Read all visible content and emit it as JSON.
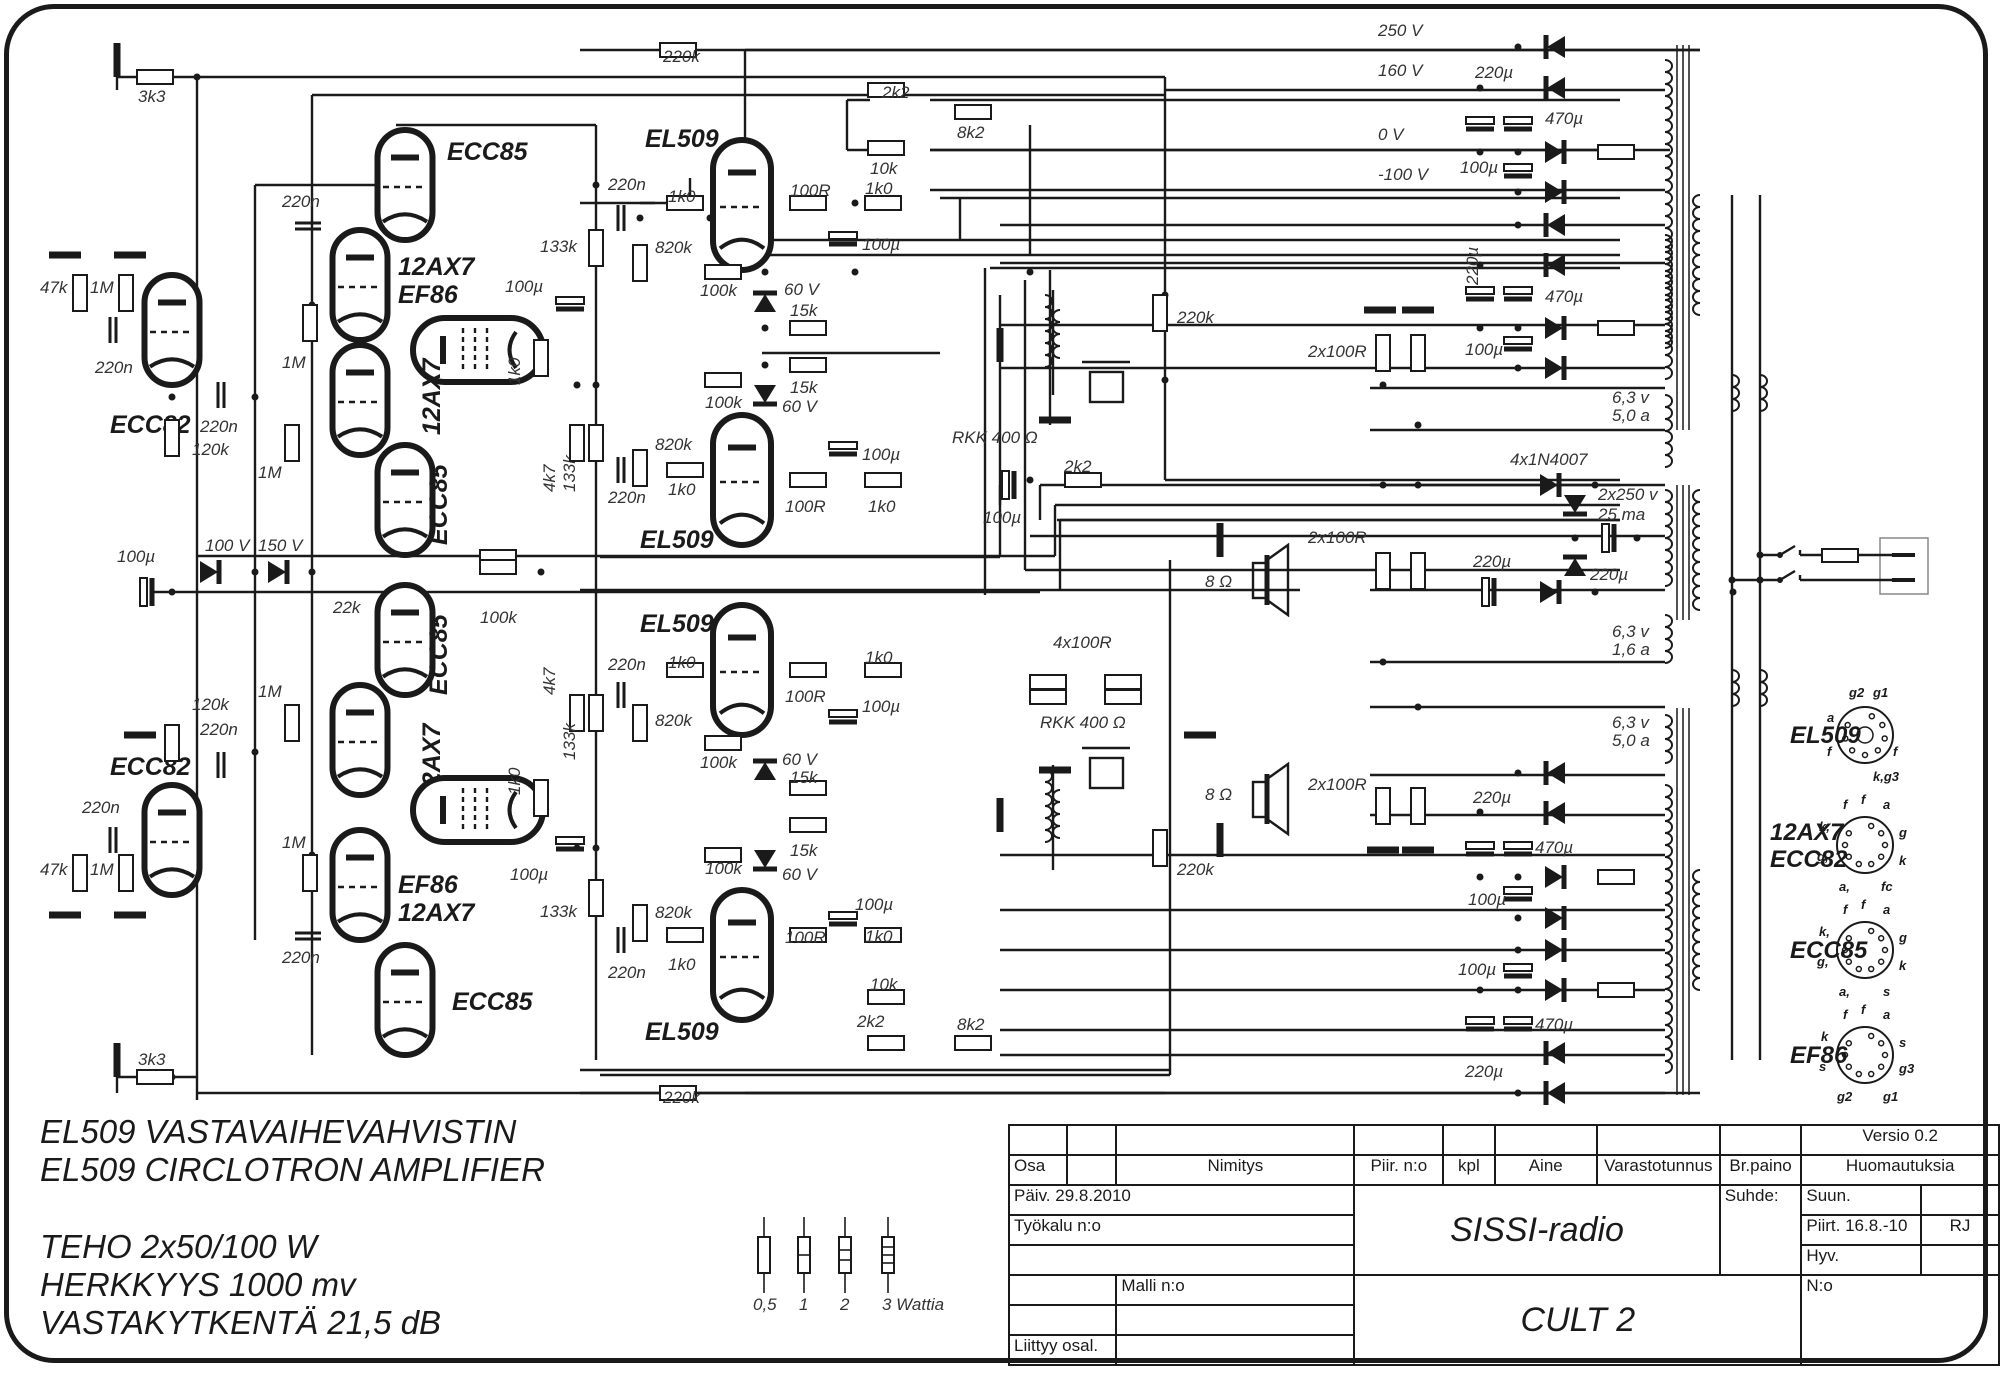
{
  "title": {
    "line1": "EL509 VASTAVAIHEVAHVISTIN",
    "line2": "EL509 CIRCLOTRON AMPLIFIER",
    "spec1": "TEHO 2x50/100 W",
    "spec2": "HERKKYYS 1000 mv",
    "spec3": "VASTAKYTKENTÄ 21,5 dB"
  },
  "resistor_wattage_legend": {
    "labels": [
      "0,5",
      "1",
      "2",
      "3 Wattia"
    ]
  },
  "tubes": [
    {
      "id": "v1",
      "type": "ECC82",
      "role": "input-top"
    },
    {
      "id": "v2",
      "type": "ECC85",
      "role": "driver-top-1"
    },
    {
      "id": "v3",
      "type": "12AX7",
      "role": "stage-top-1"
    },
    {
      "id": "v4",
      "type": "EF86",
      "role": "phase-top"
    },
    {
      "id": "v5",
      "type": "12AX7",
      "role": "stage-top-2"
    },
    {
      "id": "v6",
      "type": "ECC85",
      "role": "driver-top-2"
    },
    {
      "id": "v7",
      "type": "EL509",
      "role": "output-top-a"
    },
    {
      "id": "v8",
      "type": "EL509",
      "role": "output-top-b"
    },
    {
      "id": "v9",
      "type": "ECC85",
      "role": "driver-bot-1"
    },
    {
      "id": "v10",
      "type": "12AX7",
      "role": "stage-bot-1"
    },
    {
      "id": "v11",
      "type": "EF86",
      "role": "phase-bot"
    },
    {
      "id": "v12",
      "type": "12AX7",
      "role": "stage-bot-2"
    },
    {
      "id": "v13",
      "type": "ECC85",
      "role": "driver-bot-2"
    },
    {
      "id": "v14",
      "type": "ECC82",
      "role": "input-bot"
    },
    {
      "id": "v15",
      "type": "EL509",
      "role": "output-bot-a"
    },
    {
      "id": "v16",
      "type": "EL509",
      "role": "output-bot-b"
    }
  ],
  "component_labels": {
    "r_3k3": "3k3",
    "r_47k": "47k",
    "r_1M": "1M",
    "c_220n": "220n",
    "r_120k": "120k",
    "c_100u": "100µ",
    "z_100V": "100 V",
    "z_150V": "150 V",
    "r_22k": "22k",
    "r_100k": "100k",
    "r_133k": "133k",
    "r_4k7": "4k7",
    "r_1k0": "1k0",
    "r_220k": "220k",
    "r_820k": "820k",
    "r_100R": "100R",
    "r_15k": "15k",
    "z_60V": "60 V",
    "r_2k2": "2k2",
    "r_8k2": "8k2",
    "r_10k": "10k",
    "rkk": "RKK 400 Ω",
    "r_4x100R": "4x100R",
    "spk": "8 Ω",
    "r_2x100R": "2x100R",
    "c_220u": "220µ",
    "c_470u": "470µ",
    "d_bridge": "4x1N4007",
    "xfmr_hv": "2x250 v",
    "xfmr_ma": "25 ma",
    "heater1_v": "6,3 v",
    "heater1_a": "5,0 a",
    "heater2_v": "6,3 v",
    "heater2_a": "1,6 a",
    "heater3_v": "6,3 v",
    "heater3_a": "5,0 a"
  },
  "supply_rails": [
    "250 V",
    "160 V",
    "0 V",
    "-100 V"
  ],
  "pinouts": [
    {
      "tube": "EL509",
      "pins": [
        "g2",
        "g1",
        "a",
        "f",
        "f",
        "k,g3"
      ]
    },
    {
      "tube": "12AX7\nECC82",
      "line1": "12AX7",
      "line2": "ECC82",
      "pins": [
        "f",
        "f",
        "a",
        "k,",
        "g",
        "g,",
        "k",
        "a,",
        "fc"
      ]
    },
    {
      "tube": "ECC85",
      "pins": [
        "f",
        "f",
        "a",
        "k,",
        "g",
        "g,",
        "k",
        "a,",
        "s"
      ]
    },
    {
      "tube": "EF86",
      "pins": [
        "f",
        "f",
        "a",
        "k",
        "s",
        "s",
        "g3",
        "g2",
        "g1"
      ]
    }
  ],
  "title_block": {
    "versio": "Versio 0.2",
    "headers": [
      "Osa",
      "Nimitys",
      "Piir. n:o",
      "kpl",
      "Aine",
      "Varastotunnus",
      "Br.paino",
      "Huomautuksia"
    ],
    "paiv": "Päiv. 29.8.2010",
    "tyokalu": "Työkalu n:o",
    "project": "SISSI-radio",
    "suhde": "Suhde:",
    "suun": "Suun.",
    "piirt": "Piirt. 16.8.-10",
    "piirt_by": "RJ",
    "hyv": "Hyv.",
    "malli": "Malli n:o",
    "model": "CULT 2",
    "no": "N:o",
    "liittyy": "Liittyy osal."
  }
}
